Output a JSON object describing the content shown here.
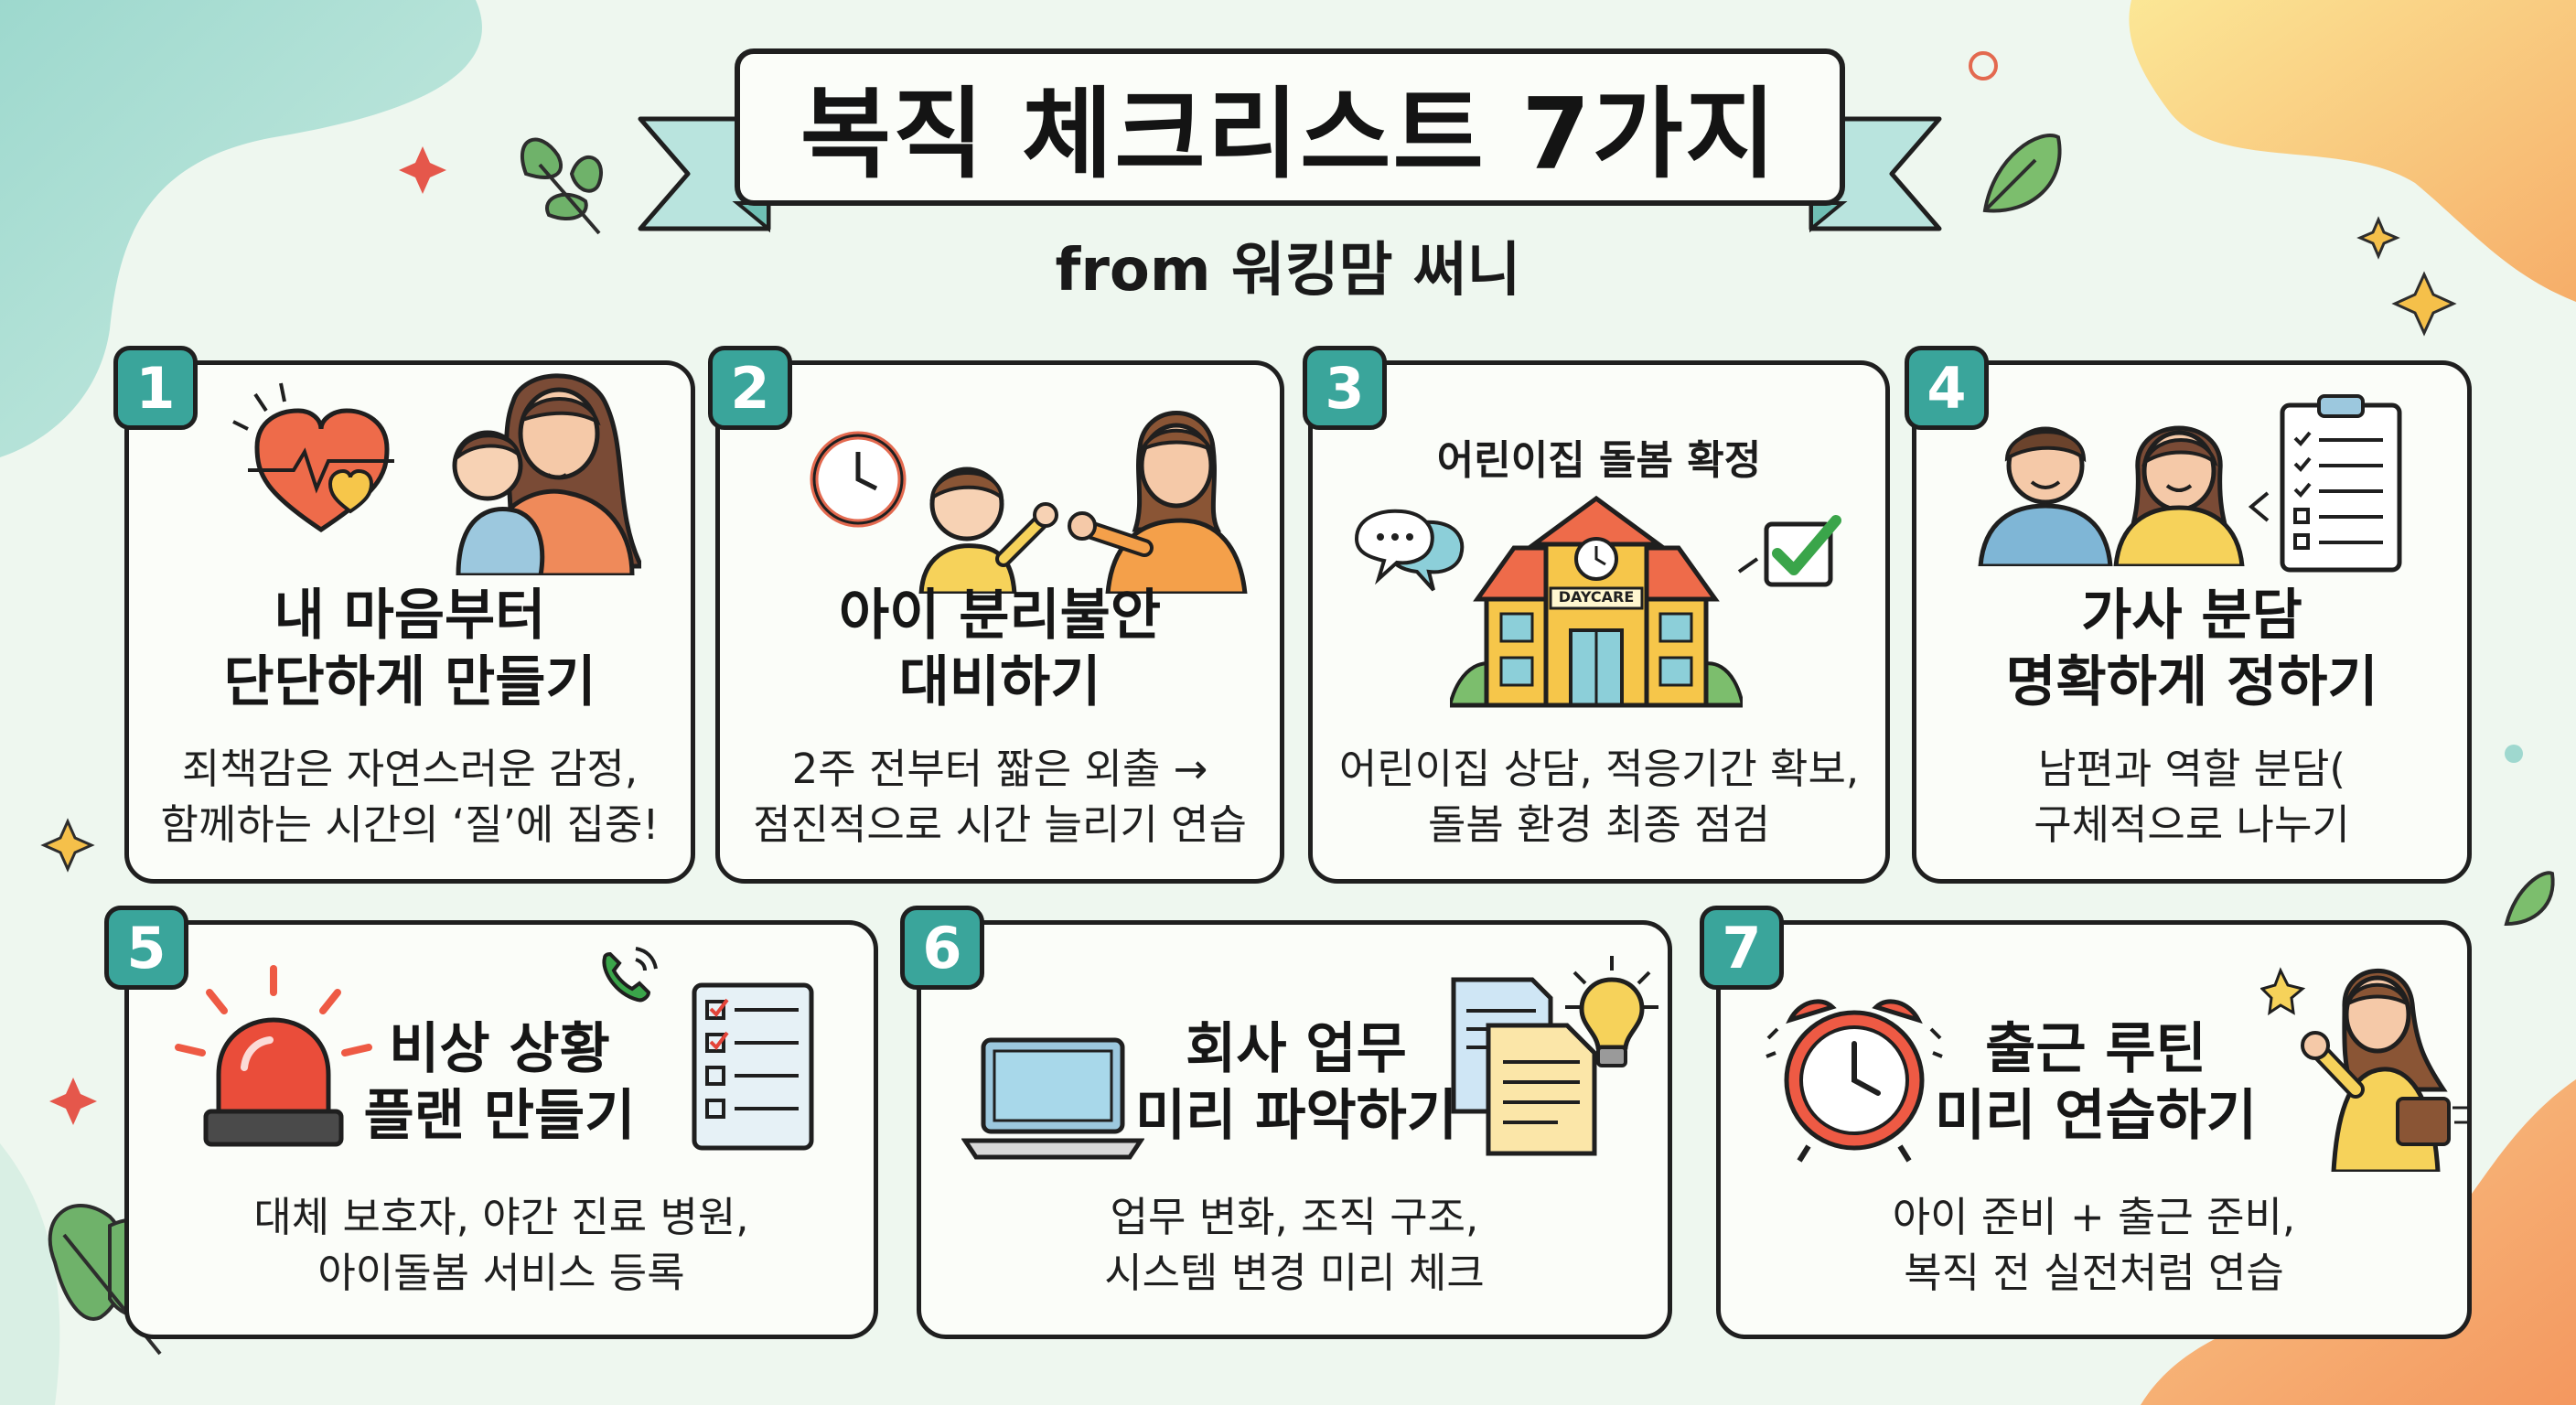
{
  "header": {
    "title": "복직 체크리스트 7가지",
    "subtitle": "from 워킹맘 써니"
  },
  "cards": [
    {
      "number": "1",
      "title_lines": [
        "내 마음부터",
        "단단하게 만들기"
      ],
      "desc_lines": [
        "죄책감은 자연스러운 감정,",
        "함께하는 시간의 ‘질’에 집중!"
      ],
      "icons": [
        "heart-icon",
        "mother-hugging-child-icon"
      ]
    },
    {
      "number": "2",
      "title_lines": [
        "아이 분리불안",
        "대비하기"
      ],
      "desc_lines": [
        "2주 전부터 짧은 외출 →",
        "점진적으로 시간 늘리기 연습"
      ],
      "icons": [
        "clock-icon",
        "child-waving-icon",
        "mother-waving-icon"
      ]
    },
    {
      "number": "3",
      "label": "어린이집 돌봄 확정",
      "building_sign": "DAYCARE",
      "desc_lines": [
        "어린이집 상담, 적응기간 확보,",
        "돌봄 환경 최종 점검"
      ],
      "icons": [
        "speech-bubble-icon",
        "daycare-building-icon",
        "checkbox-icon"
      ]
    },
    {
      "number": "4",
      "title_lines": [
        "가사 분담",
        "명확하게 정하기"
      ],
      "desc_lines": [
        "남편과 역할 분담(",
        "구체적으로 나누기"
      ],
      "icons": [
        "husband-icon",
        "wife-icon",
        "checklist-clipboard-icon"
      ]
    },
    {
      "number": "5",
      "title_lines": [
        "비상 상황",
        "플랜 만들기"
      ],
      "desc_lines": [
        "대체 보호자, 야간 진료 병원,",
        "아이돌봄 서비스 등록"
      ],
      "icons": [
        "siren-icon",
        "phone-icon",
        "checklist-icon"
      ]
    },
    {
      "number": "6",
      "title_lines": [
        "회사 업무",
        "미리 파악하기"
      ],
      "desc_lines": [
        "업무 변화, 조직 구조,",
        "시스템 변경 미리 체크"
      ],
      "icons": [
        "laptop-icon",
        "documents-icon",
        "lightbulb-icon"
      ]
    },
    {
      "number": "7",
      "title_lines": [
        "출근 루틴",
        "미리 연습하기"
      ],
      "desc_lines": [
        "아이 준비 + 출근 준비,",
        "복직 전 실전처럼 연습"
      ],
      "icons": [
        "alarm-clock-icon",
        "working-woman-icon"
      ]
    }
  ],
  "colors": {
    "badge": "#3aa59b",
    "background": "#eef7ef",
    "card_border": "#1f1f1f",
    "teal_blob": "#9fd8cf",
    "orange_blob": "#f8a65a"
  }
}
